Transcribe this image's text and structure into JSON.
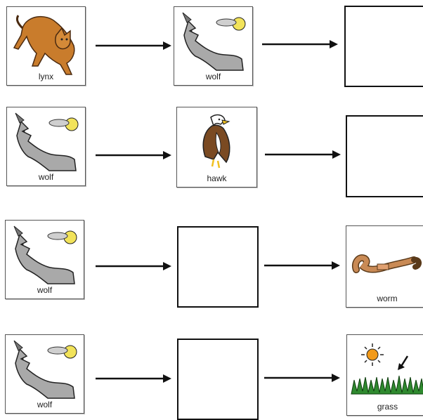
{
  "rows": [
    {
      "first": {
        "label": "lynx",
        "icon": "lynx-icon"
      },
      "second": {
        "label": "wolf",
        "icon": "wolf-icon"
      },
      "third": null
    },
    {
      "first": {
        "label": "wolf",
        "icon": "wolf-icon"
      },
      "second": {
        "label": "hawk",
        "icon": "hawk-icon"
      },
      "third": null
    },
    {
      "first": {
        "label": "wolf",
        "icon": "wolf-icon"
      },
      "second": null,
      "third": {
        "label": "worm",
        "icon": "worm-icon"
      }
    },
    {
      "first": {
        "label": "wolf",
        "icon": "wolf-icon"
      },
      "second": null,
      "third": {
        "label": "grass",
        "icon": "grass-sun-icon"
      }
    }
  ],
  "colors": {
    "lynx": "#c97c2c",
    "wolf": "#a9a9a9",
    "sun": "#f2e35a",
    "hawk": "#7a4a22",
    "worm": "#c98a55",
    "grass": "#2f8a2f"
  }
}
